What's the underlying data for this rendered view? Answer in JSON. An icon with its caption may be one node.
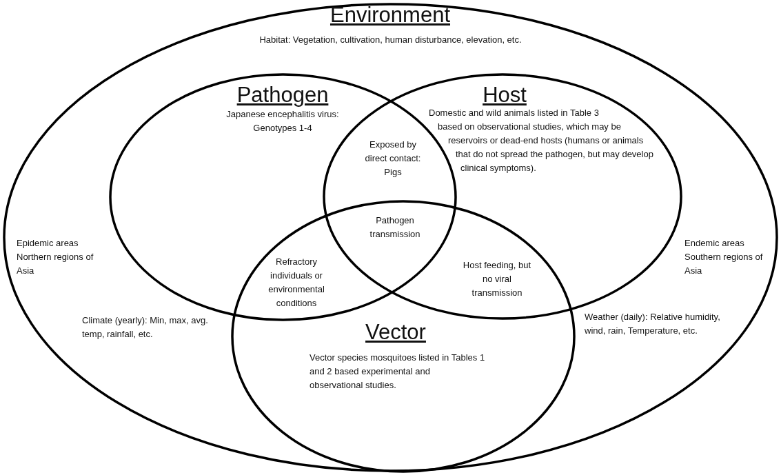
{
  "diagram": {
    "nodes": [
      {
        "text": [
          "Environment",
          "Habitat: Vegetation, cultivation, human disturbance, elevation, etc."
        ]
      },
      {
        "text": [
          "Pathogen",
          "Japanese encephalitis virus: Genotypes 1-4"
        ],
        "in": 0
      },
      {
        "text": [
          "Host",
          "Domestic and wild animals listed in Table 3 based on observational studies, which may be reservoirs or dead-end hosts (humans or animals that do not spread the pathogen, but may develop clinical symptoms)."
        ],
        "in": 0
      },
      {
        "text": [
          "Vector",
          "Vector species mosquitoes listed in Tables 1 and 2 based experimental and observational studies."
        ],
        "in": 0
      }
    ],
    "edges": [],
    "labels": [
      "Exposed by direct contact: Pigs",
      "Pathogen transmission",
      "Epidemic areas Northern regions of Asia",
      "Refractory individuals or environmental conditions",
      "Host feeding, but no viral transmission",
      "Endemic areas Southern regions of Asia",
      "Climate (yearly): Min, max, avg. temp, rainfall, etc.",
      "Weather (daily): Relative humidity, wind, rain, Temperature, etc."
    ]
  }
}
